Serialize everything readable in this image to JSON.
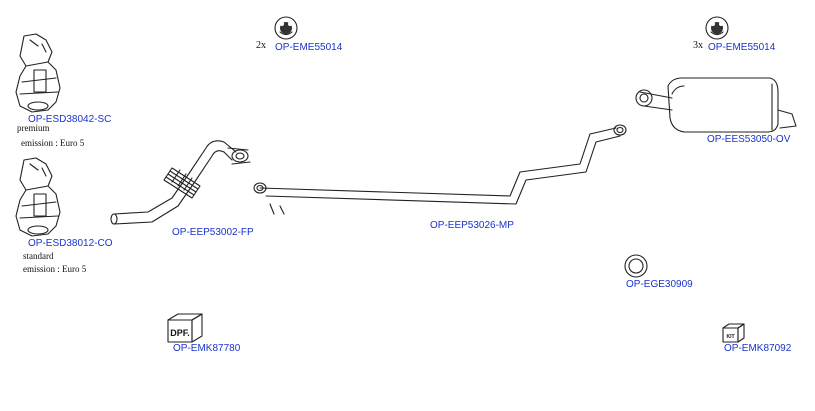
{
  "parts": {
    "hanger_left": {
      "qty": "2x",
      "code": "OP-EME55014"
    },
    "hanger_right": {
      "qty": "3x",
      "code": "OP-EME55014"
    },
    "catalyst_premium": {
      "code": "OP-ESD38042-SC",
      "note_line1": "premium",
      "note_line2": "emission : Euro 5"
    },
    "catalyst_standard": {
      "code": "OP-ESD38012-CO",
      "note_line1": "standard",
      "note_line2": "emission : Euro 5"
    },
    "front_pipe": {
      "code": "OP-EEP53002-FP"
    },
    "middle_pipe": {
      "code": "OP-EEP53026-MP"
    },
    "rear_silencer": {
      "code": "OP-EES53050-OV"
    },
    "gasket": {
      "code": "OP-EGE30909"
    },
    "dpf_kit": {
      "code": "OP-EMK87780",
      "box_label": "DPF."
    },
    "mounting_kit": {
      "code": "OP-EMK87092",
      "box_label": "KIT"
    }
  },
  "colors": {
    "code_text": "#1a33cc",
    "outline": "#222222",
    "fill": "#ffffff"
  }
}
